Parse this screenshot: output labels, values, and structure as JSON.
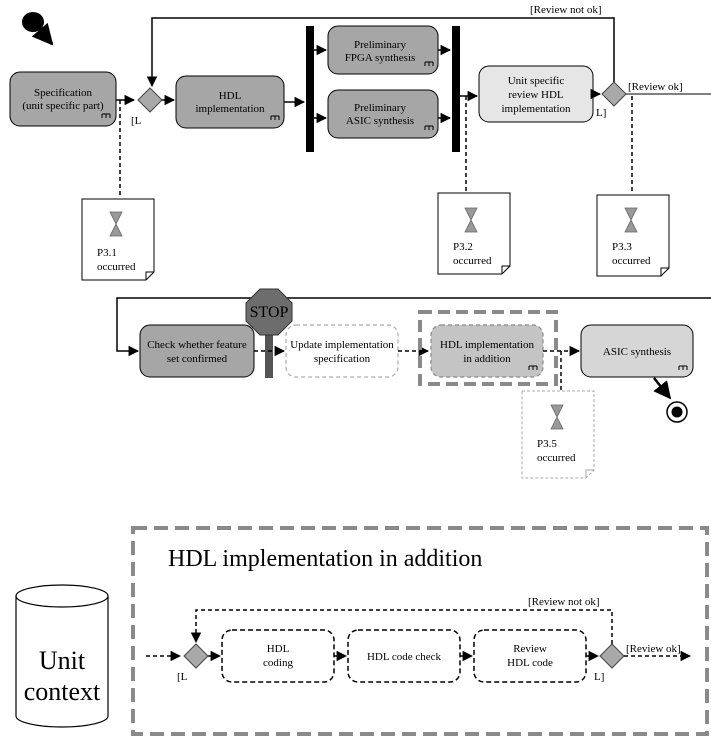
{
  "colors": {
    "action_fill": "#a6a6a6",
    "action_light": "#e6e6e6",
    "diamond": "#a9a9a9",
    "hourglass": "#999999",
    "stop": "#6d6d6d",
    "dashed_group": "#8a8a8a"
  },
  "top": {
    "specification": [
      "Specification",
      "(unit specific part)"
    ],
    "hdl_implementation": [
      "HDL",
      "implementation"
    ],
    "fpga_synthesis": [
      "Preliminary",
      "FPGA synthesis"
    ],
    "asic_synthesis_prelim": [
      "Preliminary",
      "ASIC synthesis"
    ],
    "unit_review": [
      "Unit specific",
      "review HDL",
      "implementation"
    ],
    "guard_loop": "[L",
    "guard_loop_end": "L]",
    "review_not_ok": "[Review not ok]",
    "review_ok": "[Review ok]",
    "p31": [
      "P3.1",
      "occurred"
    ],
    "p32": [
      "P3.2",
      "occurred"
    ],
    "p33": [
      "P3.3",
      "occurred"
    ]
  },
  "middle": {
    "check_feature": [
      "Check whether feature",
      "set confirmed"
    ],
    "stop_label": "STOP",
    "update_spec": [
      "Update implementation",
      "specification"
    ],
    "hdl_addition": [
      "HDL implementation",
      "in addition"
    ],
    "asic_synthesis": "ASIC synthesis",
    "p35": [
      "P3.5",
      "occurred"
    ]
  },
  "bottom": {
    "title": "HDL implementation in addition",
    "unit_context": [
      "Unit",
      "context"
    ],
    "hdl_coding": [
      "HDL",
      "coding"
    ],
    "hdl_code_check": "HDL code check",
    "review_code": [
      "Review",
      "HDL code"
    ],
    "review_not_ok": "[Review not ok]",
    "review_ok": "[Review ok]",
    "guard_loop": "[L",
    "guard_loop_end": "L]"
  }
}
